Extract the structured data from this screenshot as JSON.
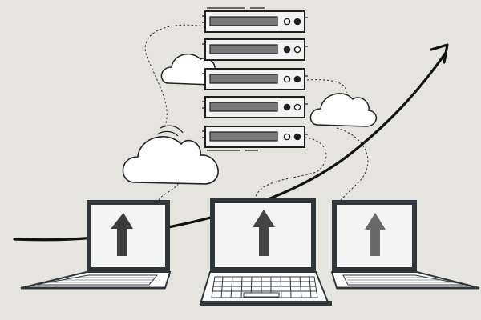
{
  "illustration": {
    "subject": "cloud-upload-to-server",
    "server_units": 5,
    "laptops": 3,
    "clouds": 3,
    "colors": {
      "background": "#e6e4df",
      "outline": "#1f1f1f",
      "screen_frame": "#2f363a",
      "server_body": "#f2f2f2",
      "server_bay": "#7a7a7a",
      "screen": "#f4f4f4",
      "arrow_dark": "#3a3a3a",
      "arrow_mid": "#555555",
      "arrow_light": "#6a6a6a",
      "cloud_fill": "#ffffff"
    },
    "icons": [
      "server-rack-icon",
      "cloud-icon",
      "laptop-icon",
      "upload-arrow-icon",
      "growth-arrow-icon"
    ]
  }
}
